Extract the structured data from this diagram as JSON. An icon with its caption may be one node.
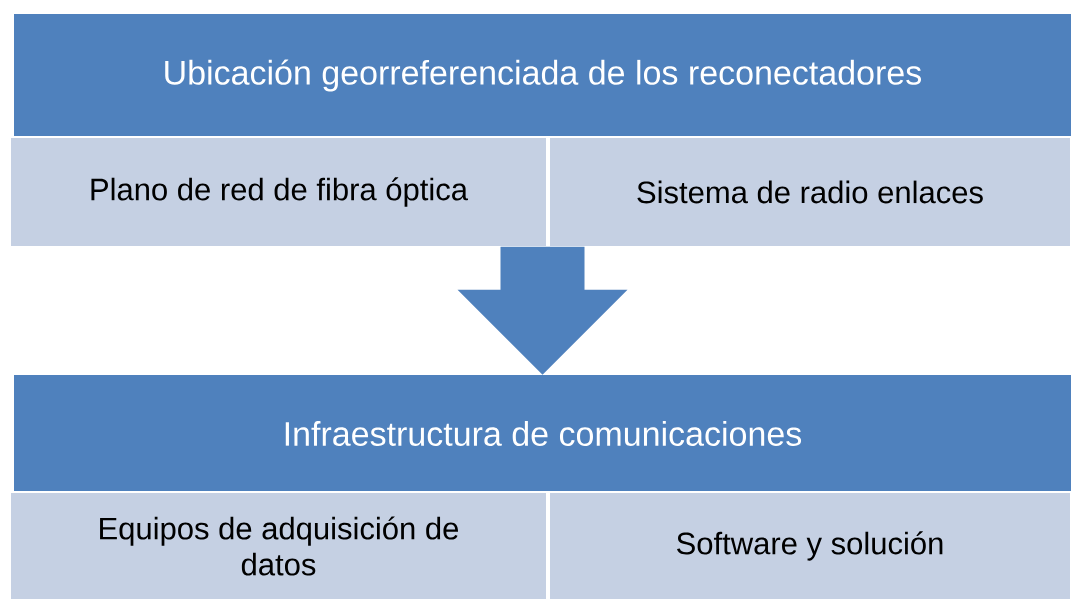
{
  "diagram": {
    "nodes": [
      {
        "text": [
          "Ubicación georreferenciada de los reconectadores"
        ]
      },
      {
        "text": [
          "Plano de red de fibra óptica"
        ]
      },
      {
        "text": [
          "Sistema de radio enlaces"
        ]
      },
      {
        "text": [
          "Infraestructura de comunicaciones"
        ]
      },
      {
        "text": [
          "Equipos de adquisición de datos"
        ]
      },
      {
        "text": [
          "Software y solución"
        ]
      }
    ],
    "edges": [
      {
        "from": 0,
        "to": 3,
        "arrow": "to"
      }
    ]
  }
}
